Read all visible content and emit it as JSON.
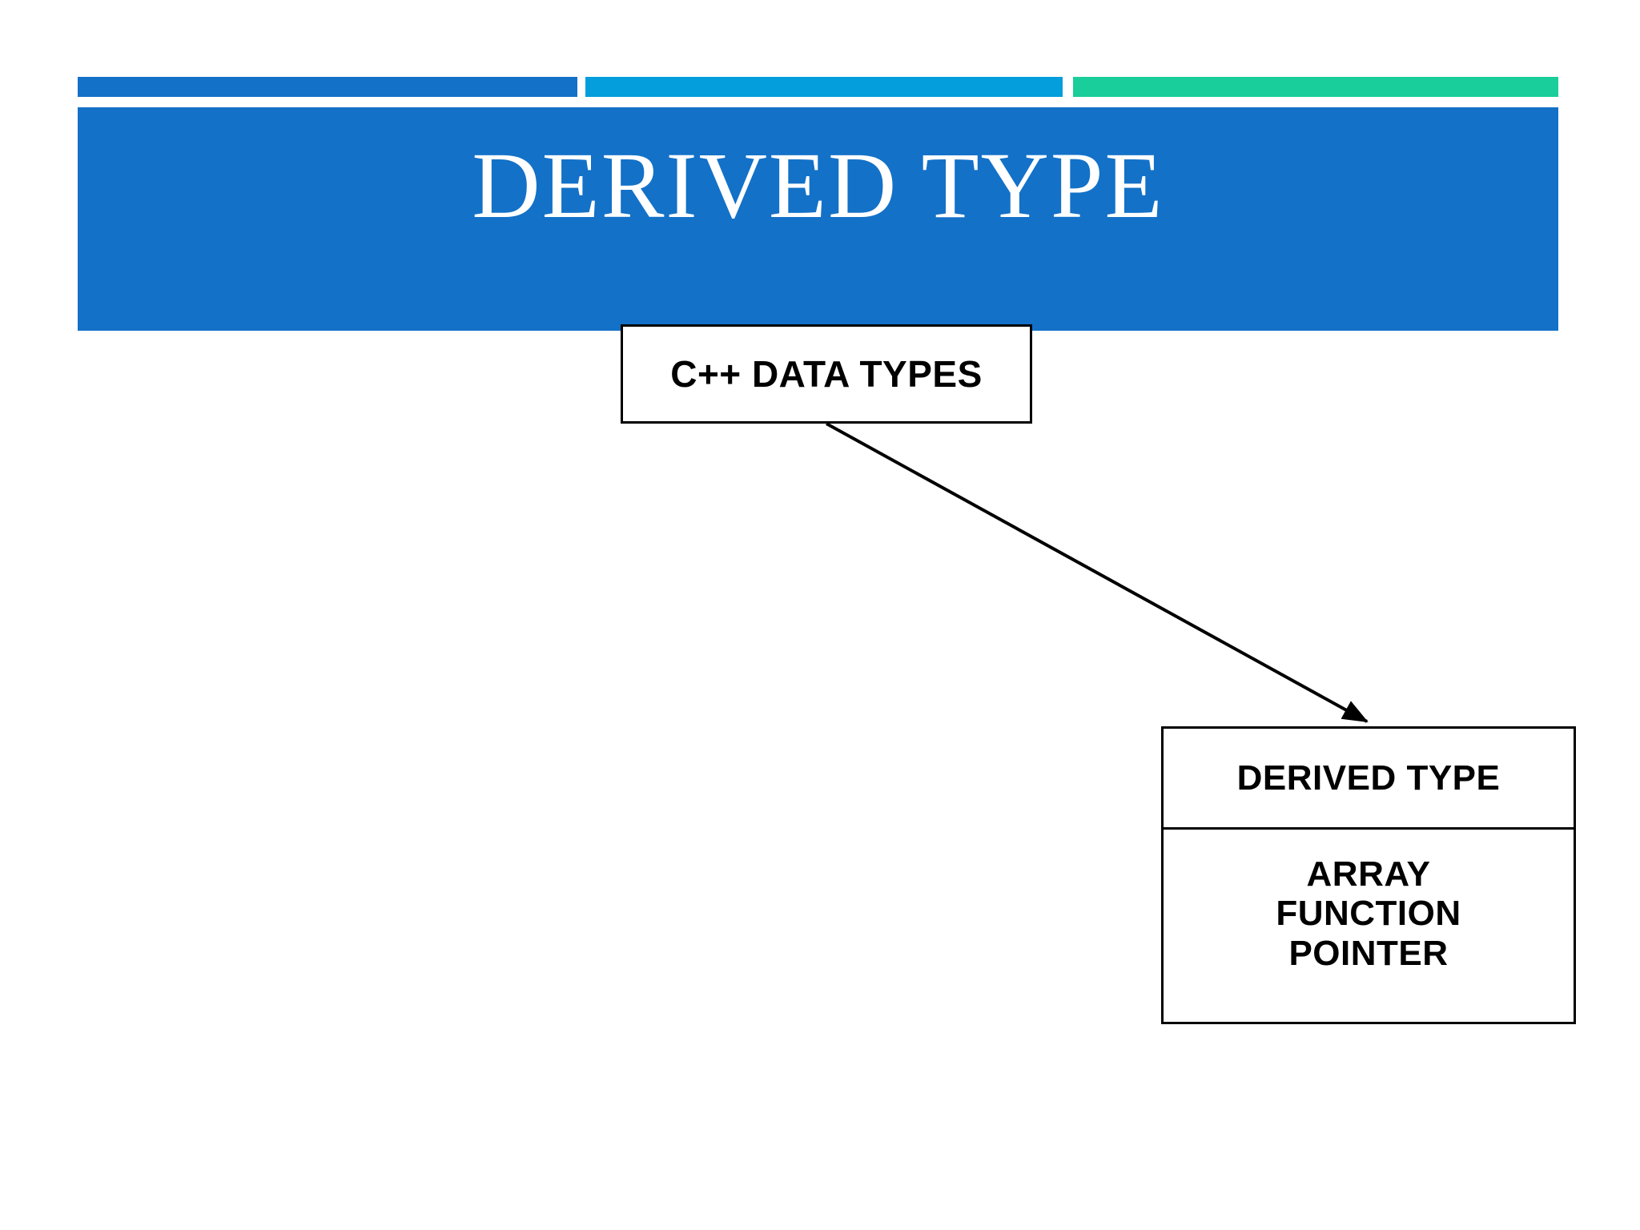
{
  "slide": {
    "title": "DERIVED TYPE",
    "background_color": "#ffffff"
  },
  "accent_bars": [
    {
      "name": "blue",
      "color": "#1371c8"
    },
    {
      "name": "cyan",
      "color": "#039edb"
    },
    {
      "name": "green",
      "color": "#19ce9b"
    }
  ],
  "title_band": {
    "background_color": "#1371c8",
    "text_color": "#ffffff"
  },
  "diagram": {
    "root_node": {
      "label": "C++ DATA TYPES"
    },
    "child_node": {
      "header": "DERIVED TYPE",
      "members": [
        "ARRAY",
        "FUNCTION",
        "POINTER"
      ]
    },
    "connector": {
      "type": "arrow",
      "from": "C++ DATA TYPES",
      "to": "DERIVED TYPE",
      "color": "#000000"
    }
  }
}
